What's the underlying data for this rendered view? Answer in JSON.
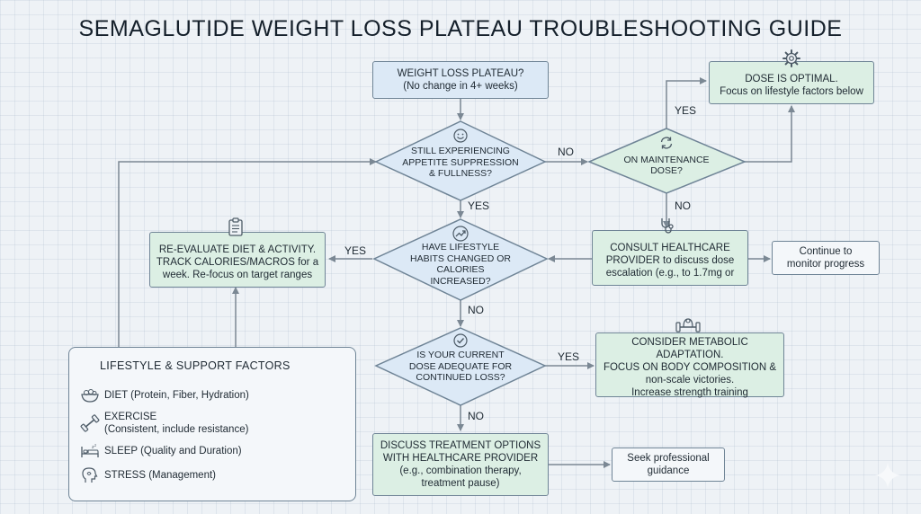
{
  "title": "SEMAGLUTIDE WEIGHT LOSS PLATEAU TROUBLESHOOTING GUIDE",
  "nodes": {
    "plateau": [
      "WEIGHT LOSS PLATEAU?",
      "(No change in 4+ weeks)"
    ],
    "appetite": [
      "STILL EXPERIENCING",
      "APPETITE SUPPRESSION",
      "& FULLNESS?"
    ],
    "maintenance": [
      "ON MAINTENANCE",
      "DOSE?"
    ],
    "optimal": [
      "DOSE IS OPTIMAL.",
      "Focus on lifestyle factors below"
    ],
    "consult": [
      "CONSULT HEALTHCARE",
      "PROVIDER to discuss dose",
      "escalation (e.g., to 1.7mg or"
    ],
    "monitor": [
      "Continue to",
      "monitor progress"
    ],
    "lifestyle_q": [
      "HAVE LIFESTYLE",
      "HABITS CHANGED OR",
      "CALORIES",
      "INCREASED?"
    ],
    "reevaluate": [
      "RE-EVALUATE DIET & ACTIVITY.",
      "TRACK CALORIES/MACROS for a",
      "week. Re-focus on target ranges"
    ],
    "dose_q": [
      "IS YOUR CURRENT",
      "DOSE ADEQUATE FOR",
      "CONTINUED LOSS?"
    ],
    "metabolic": [
      "CONSIDER METABOLIC ADAPTATION.",
      "FOCUS ON BODY COMPOSITION &",
      "non-scale victories.",
      "Increase strength training"
    ],
    "discuss": [
      "DISCUSS TREATMENT OPTIONS",
      "WITH HEALTHCARE PROVIDER",
      "(e.g., combination therapy,",
      "treatment pause)"
    ],
    "seek": [
      "Seek professional",
      "guidance"
    ]
  },
  "edge_labels": {
    "appetite_no": "NO",
    "appetite_yes": "YES",
    "maintenance_yes": "YES",
    "maintenance_no": "NO",
    "lifestyle_yes": "YES",
    "lifestyle_no": "NO",
    "dose_yes": "YES",
    "dose_no": "NO"
  },
  "panel": {
    "title": "LIFESTYLE & SUPPORT FACTORS",
    "factors": {
      "diet": [
        "DIET (Protein, Fiber, Hydration)"
      ],
      "exercise": [
        "EXERCISE",
        "(Consistent, include resistance)"
      ],
      "sleep": [
        "SLEEP (Quality and Duration)"
      ],
      "stress": [
        "STRESS (Management)"
      ]
    }
  },
  "icons": {
    "appetite": "smiley-icon",
    "maintenance": "refresh-icon",
    "optimal": "gear-icon",
    "consult": "stethoscope-icon",
    "lifestyle_q": "trend-chart-icon",
    "reevaluate": "clipboard-icon",
    "dose_q": "check-circle-icon",
    "metabolic": "strength-icon",
    "diet": "salad-bowl-icon",
    "exercise": "dumbbell-icon",
    "sleep": "bed-icon",
    "stress": "head-icon"
  },
  "colors": {
    "blue_box": "#dce9f6",
    "green_box": "#dcefe4",
    "stroke": "#6f8496",
    "arrow": "#7b8894"
  }
}
